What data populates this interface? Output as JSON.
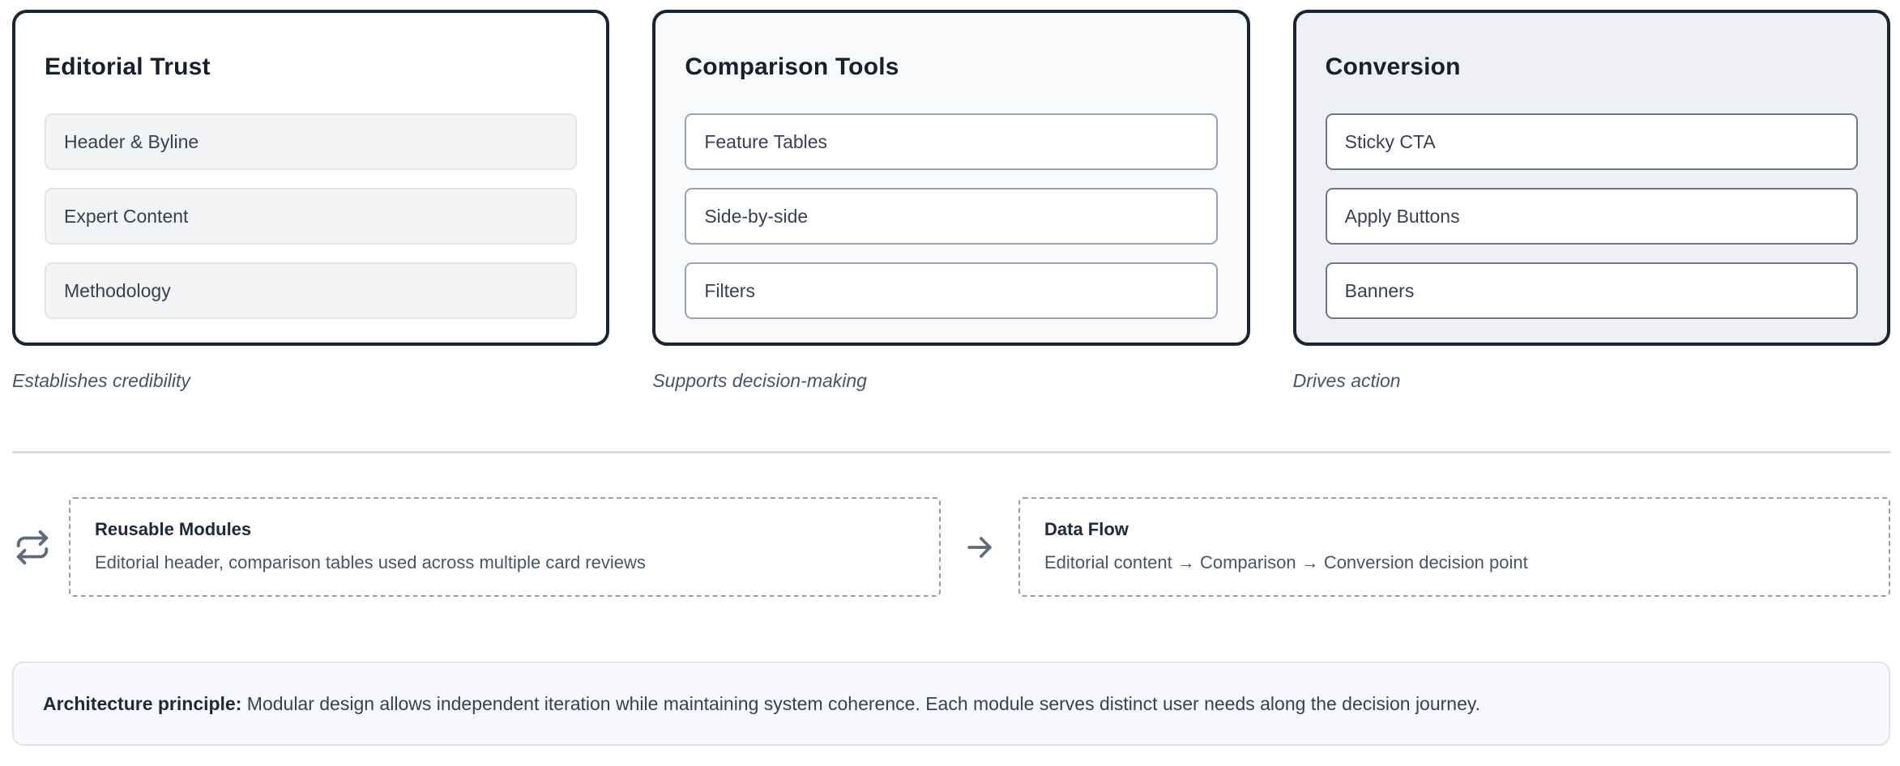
{
  "columns": [
    {
      "title": "Editorial Trust",
      "items": [
        "Header & Byline",
        "Expert Content",
        "Methodology"
      ],
      "caption": "Establishes credibility"
    },
    {
      "title": "Comparison Tools",
      "items": [
        "Feature Tables",
        "Side-by-side",
        "Filters"
      ],
      "caption": "Supports decision-making"
    },
    {
      "title": "Conversion",
      "items": [
        "Sticky CTA",
        "Apply Buttons",
        "Banners"
      ],
      "caption": "Drives action"
    }
  ],
  "modules": [
    {
      "icon": "repeat-icon",
      "title": "Reusable Modules",
      "description": "Editorial header, comparison tables used across multiple card reviews"
    },
    {
      "icon": "arrow-right-icon",
      "title": "Data Flow",
      "description": "Editorial content → Comparison → Conversion decision point"
    }
  ],
  "note": {
    "label": "Architecture principle:",
    "text": "Modular design allows independent iteration while maintaining system coherence. Each module serves distinct user needs along the decision journey."
  },
  "colors": {
    "card_border": "#1a2433",
    "card1_bg": "#ffffff",
    "card2_bg": "#f8fafc",
    "card3_bg": "#eef0f4",
    "icon_gray": "#5f6b7a",
    "divider": "#d9dbe4",
    "dashed_border": "#98a0ab",
    "note_bg": "#f8f9fc"
  }
}
